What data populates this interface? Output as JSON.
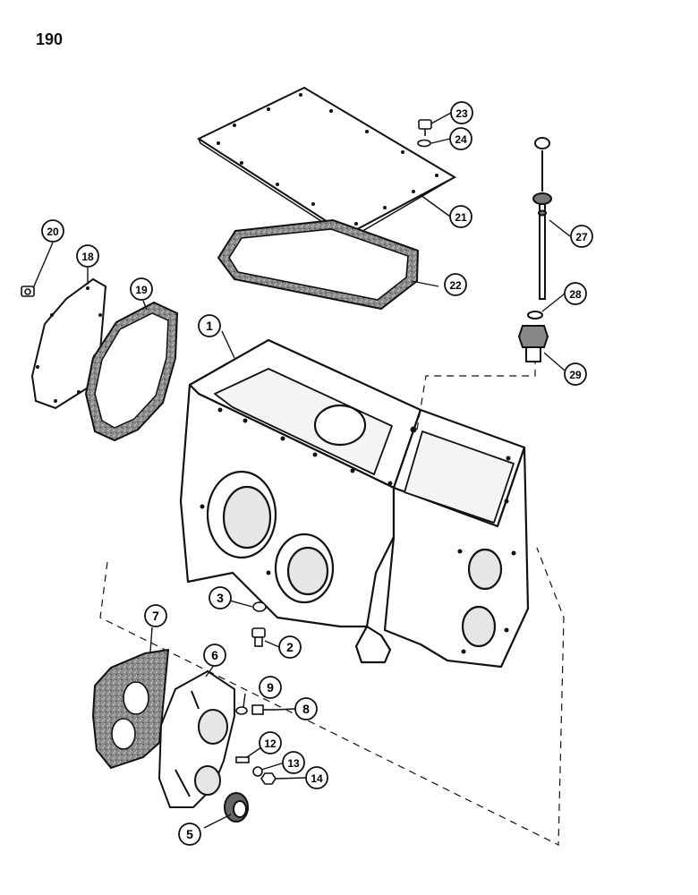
{
  "page_number": "190",
  "callouts": [
    {
      "id": "1",
      "label": "1"
    },
    {
      "id": "2",
      "label": "2"
    },
    {
      "id": "3",
      "label": "3"
    },
    {
      "id": "5",
      "label": "5"
    },
    {
      "id": "6",
      "label": "6"
    },
    {
      "id": "7",
      "label": "7"
    },
    {
      "id": "8",
      "label": "8"
    },
    {
      "id": "9",
      "label": "9"
    },
    {
      "id": "12",
      "label": "12"
    },
    {
      "id": "13",
      "label": "13"
    },
    {
      "id": "14",
      "label": "14"
    },
    {
      "id": "18",
      "label": "18"
    },
    {
      "id": "19",
      "label": "19"
    },
    {
      "id": "20",
      "label": "20"
    },
    {
      "id": "21",
      "label": "21"
    },
    {
      "id": "22",
      "label": "22"
    },
    {
      "id": "23",
      "label": "23"
    },
    {
      "id": "24",
      "label": "24"
    },
    {
      "id": "27",
      "label": "27"
    },
    {
      "id": "28",
      "label": "28"
    },
    {
      "id": "29",
      "label": "29"
    }
  ],
  "colors": {
    "ink": "#111111",
    "paper": "#ffffff",
    "gasket": "#6f6f6f"
  }
}
